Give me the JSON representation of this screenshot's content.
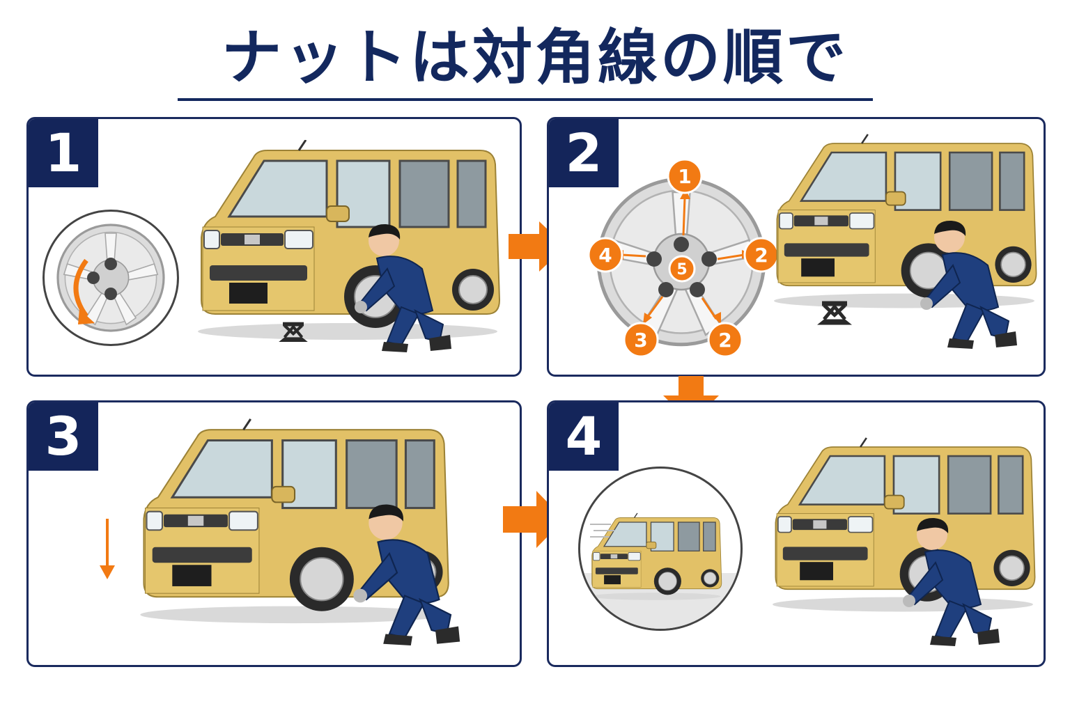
{
  "title": "ナットは対角線の順で",
  "steps": [
    {
      "number": "1"
    },
    {
      "number": "2"
    },
    {
      "number": "3"
    },
    {
      "number": "4"
    }
  ],
  "nut_order_labels": [
    "1",
    "2",
    "2",
    "3",
    "4",
    "5"
  ],
  "colors": {
    "navy": "#13285e",
    "orange": "#f27a13",
    "car_yellow": "#e2c167",
    "uniform_blue": "#1f3f7e"
  },
  "icons": [
    "arrow-right-icon",
    "arrow-down-icon",
    "wheel-icon",
    "car-icon",
    "mechanic-icon",
    "jack-icon"
  ]
}
